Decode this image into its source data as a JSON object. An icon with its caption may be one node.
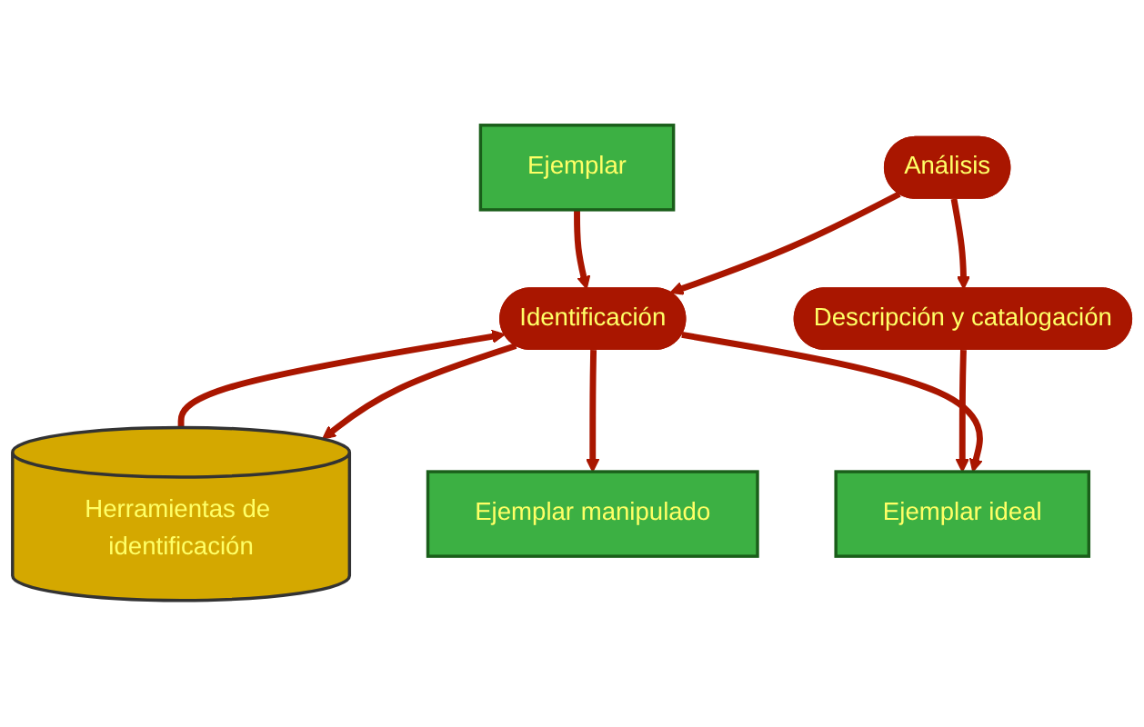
{
  "diagram": {
    "nodes": [
      {
        "text": [
          "Análisis"
        ]
      },
      {
        "text": [
          "Identificación"
        ]
      },
      {
        "text": [
          "Descripción y catalogación"
        ]
      },
      {
        "text": [
          "Herramientas de identificación"
        ]
      },
      {
        "text": [
          "Ejemplar"
        ]
      },
      {
        "text": [
          "Ejemplar ideal"
        ]
      },
      {
        "text": [
          "Ejemplar manipulado"
        ]
      }
    ],
    "edges": [
      {
        "from": 0,
        "to": 1,
        "arrow": "to"
      },
      {
        "from": 0,
        "to": 2,
        "arrow": "to"
      },
      {
        "from": 1,
        "to": 3,
        "arrow": "to"
      },
      {
        "from": 3,
        "to": 1,
        "arrow": "to"
      },
      {
        "from": 4,
        "to": 1,
        "arrow": "to"
      },
      {
        "from": 1,
        "to": 5,
        "arrow": "to"
      },
      {
        "from": 1,
        "to": 6,
        "arrow": "to"
      },
      {
        "from": 2,
        "to": 5,
        "arrow": "to"
      }
    ]
  }
}
